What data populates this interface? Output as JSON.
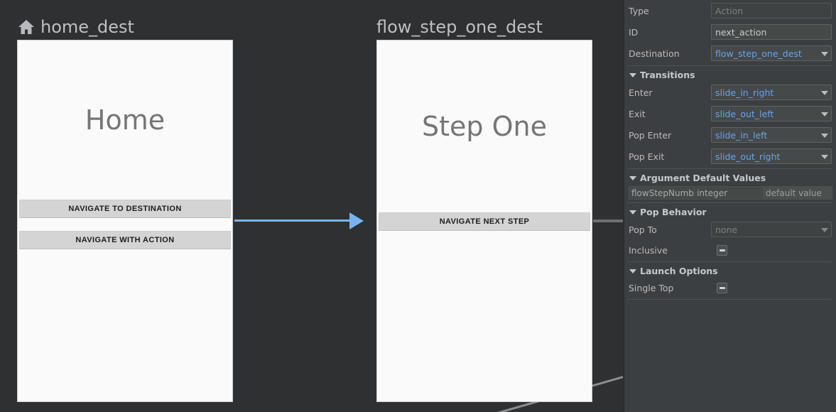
{
  "canvas": {
    "destinations": [
      {
        "label": "home_dest",
        "icon": "home-icon",
        "has_start_icon": true,
        "screen_title": "Home",
        "buttons": [
          "NAVIGATE TO DESTINATION",
          "NAVIGATE WITH ACTION"
        ]
      },
      {
        "label": "flow_step_one_dest",
        "icon": "",
        "has_start_icon": false,
        "screen_title": "Step One",
        "buttons": [
          "NAVIGATE NEXT STEP"
        ]
      }
    ],
    "colors": {
      "selected_edge": "#7ab4f0",
      "edge": "#8b8e90",
      "canvas_background": "#2e3031",
      "card_background": "#fafafa"
    }
  },
  "panel": {
    "type": {
      "label": "Type",
      "value": "",
      "placeholder": "Action"
    },
    "id": {
      "label": "ID",
      "value": "next_action"
    },
    "destination": {
      "label": "Destination",
      "value": "flow_step_one_dest"
    },
    "transitions": {
      "header": "Transitions",
      "rows": [
        {
          "label": "Enter",
          "value": "slide_in_right"
        },
        {
          "label": "Exit",
          "value": "slide_out_left"
        },
        {
          "label": "Pop Enter",
          "value": "slide_in_left"
        },
        {
          "label": "Pop Exit",
          "value": "slide_out_right"
        }
      ]
    },
    "arguments": {
      "header": "Argument Default Values",
      "rows": [
        {
          "name": "flowStepNumbe",
          "type": "integer",
          "default": "default value"
        }
      ]
    },
    "pop_behavior": {
      "header": "Pop Behavior",
      "pop_to": {
        "label": "Pop To",
        "value": "none"
      },
      "inclusive": {
        "label": "Inclusive",
        "state": "indeterminate"
      }
    },
    "launch_options": {
      "header": "Launch Options",
      "single_top": {
        "label": "Single Top",
        "state": "indeterminate"
      }
    },
    "colors": {
      "panel_background": "#3c3f41",
      "link_text": "#6aa3e8",
      "label_text": "#bbbbbb"
    }
  }
}
